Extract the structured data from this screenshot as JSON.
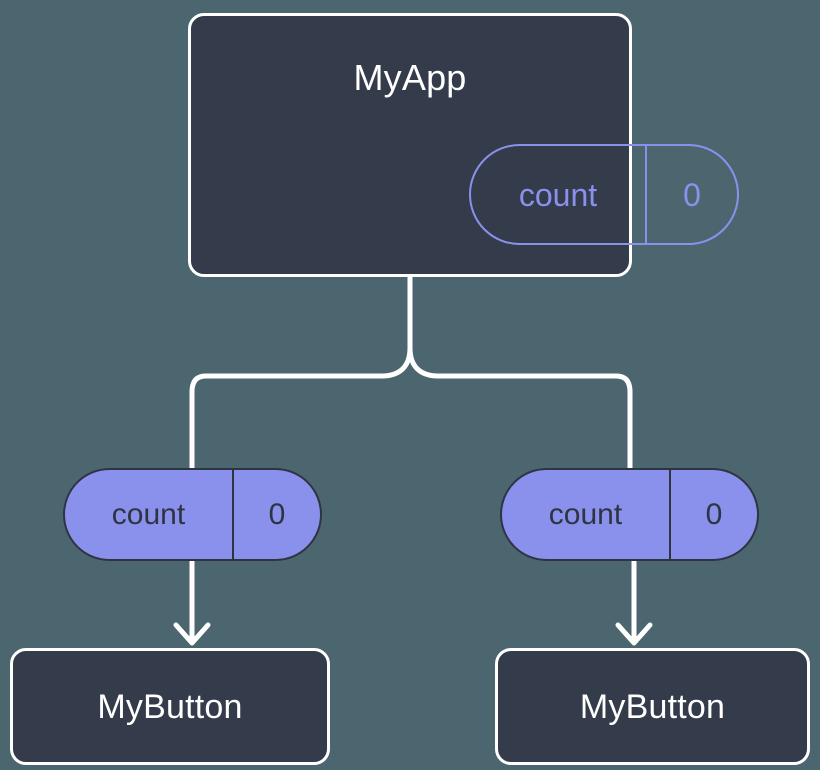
{
  "diagram": {
    "type": "component-tree-state-propagation",
    "background_color": "#4c6670",
    "colors": {
      "node_fill": "#343b4a",
      "node_border": "#ffffff",
      "node_text": "#ffffff",
      "state_accent": "#8a91ec",
      "state_text_dark": "#2f3441",
      "connector": "#ffffff"
    },
    "root": {
      "title": "MyApp",
      "state": {
        "key": "count",
        "value": "0"
      }
    },
    "children": [
      {
        "id": "child-left",
        "prop": {
          "key": "count",
          "value": "0"
        },
        "title": "MyButton"
      },
      {
        "id": "child-right",
        "prop": {
          "key": "count",
          "value": "0"
        },
        "title": "MyButton"
      }
    ]
  }
}
